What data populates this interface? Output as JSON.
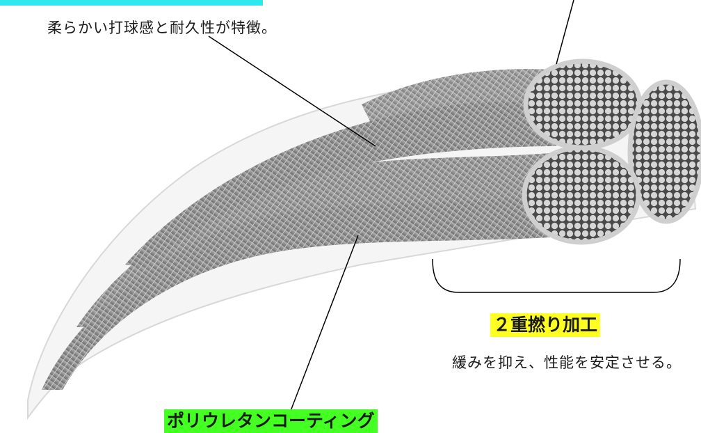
{
  "texts": {
    "top_desc": "柔らかい打球感と耐久性が特徴。",
    "twist_title": "２重撚り加工",
    "twist_desc": "緩みを抑え、性能を安定させる。",
    "coating_title": "ポリウレタンコーティング"
  },
  "colors": {
    "top_highlight": "#2ee8ee",
    "twist_highlight": "#ffff22",
    "coating_highlight": "#44ff22",
    "strand_gray": "#9a9a9a",
    "fiber_light": "#e0e0e0",
    "coating": "#f2f2f2"
  }
}
